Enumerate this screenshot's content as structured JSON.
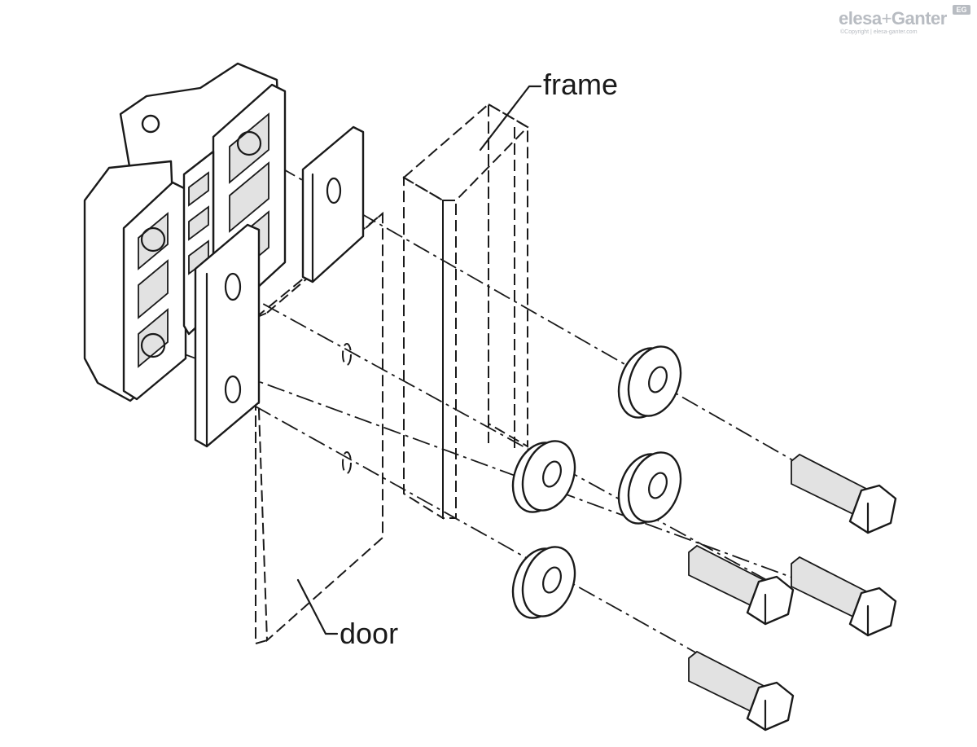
{
  "labels": {
    "frame": "frame",
    "door": "door"
  },
  "logo": {
    "brand_left": "elesa",
    "plus": "+",
    "brand_right": "Ganter",
    "badge": "EG",
    "copyright": "©Copyright | elesa-ganter.com"
  },
  "colors": {
    "line": "#1a1a1a",
    "logo": "#b8bcc2",
    "background": "#ffffff"
  }
}
